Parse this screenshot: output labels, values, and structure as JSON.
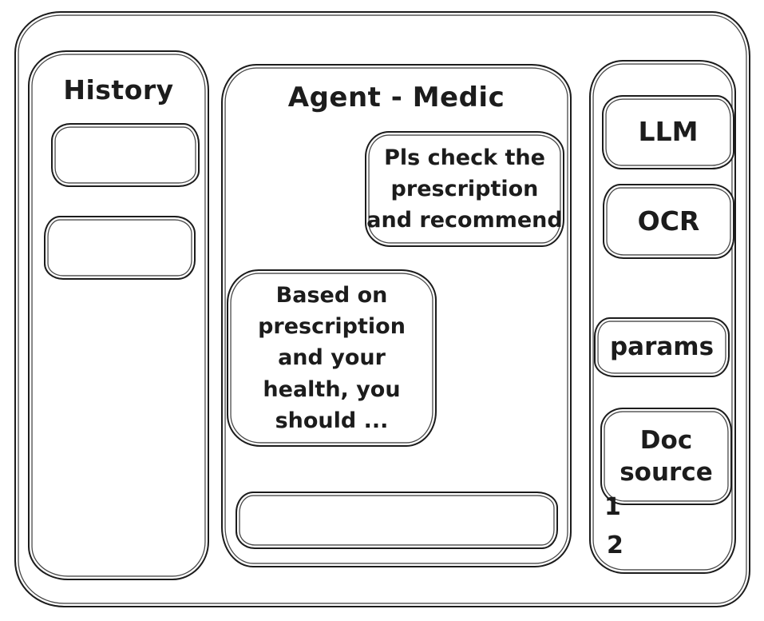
{
  "theme": {
    "stroke": "#1c1c1c",
    "background": "#ffffff"
  },
  "history": {
    "title": "History",
    "items": [
      {
        "label": ""
      },
      {
        "label": ""
      }
    ]
  },
  "chat": {
    "title": "Agent - Medic",
    "messages": [
      {
        "role": "user",
        "text": "Pls check the\nprescription\nand recommend"
      },
      {
        "role": "agent",
        "text": "Based on\nprescription\nand your\nhealth, you\nshould ..."
      }
    ],
    "input": {
      "value": "",
      "placeholder": ""
    }
  },
  "tools": {
    "buttons": [
      {
        "label": "LLM"
      },
      {
        "label": "OCR"
      },
      {
        "label": "params"
      },
      {
        "label": "Doc source"
      }
    ],
    "doc_source_items": [
      "1",
      "2"
    ]
  }
}
